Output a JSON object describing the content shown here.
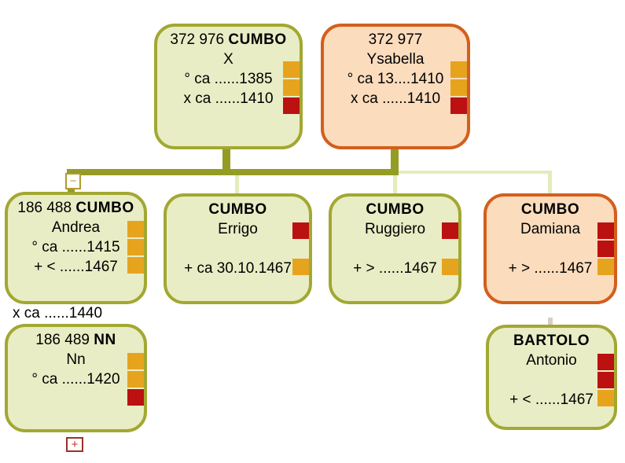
{
  "boxes": {
    "father": {
      "id": "372 976",
      "surname": "CUMBO",
      "given": "X",
      "line3": "° ca ......1385",
      "line4": "x ca ......1410",
      "theme": "olive",
      "squares": [
        "amber",
        "amber",
        "red"
      ]
    },
    "mother": {
      "id": "372 977",
      "surname": "",
      "given": "Ysabella",
      "line3": "° ca 13....1410",
      "line4": "x ca ......1410",
      "theme": "orange",
      "squares": [
        "amber",
        "amber",
        "red"
      ]
    },
    "andrea": {
      "id": "186 488",
      "surname": "CUMBO",
      "given": "Andrea",
      "line3": "° ca ......1415",
      "line4": "+ < ......1467",
      "theme": "olive",
      "squares": [
        "amber",
        "amber",
        "amber"
      ]
    },
    "errigo": {
      "id": "",
      "surname": "CUMBO",
      "given": "Errigo",
      "line3": "",
      "line4": "+ ca 30.10.1467",
      "theme": "olive",
      "squares": [
        "red",
        null,
        "amber"
      ]
    },
    "ruggiero": {
      "id": "",
      "surname": "CUMBO",
      "given": "Ruggiero",
      "line3": "",
      "line4": "+ > ......1467",
      "theme": "olive",
      "squares": [
        "red",
        null,
        "amber"
      ]
    },
    "damiana": {
      "id": "",
      "surname": "CUMBO",
      "given": "Damiana",
      "line3": "",
      "line4": "+ > ......1467",
      "theme": "orange",
      "squares": [
        "red",
        "red",
        "amber"
      ]
    },
    "nn": {
      "id": "186 489",
      "surname": "NN",
      "given": "Nn",
      "line3": "° ca ......1420",
      "line4": "",
      "theme": "olive",
      "squares": [
        "amber",
        "amber",
        "red"
      ]
    },
    "bartolo": {
      "id": "",
      "surname": "BARTOLO",
      "given": "Antonio",
      "line3": "",
      "line4": "+ < ......1467",
      "theme": "olive",
      "squares": [
        "red",
        "red",
        "amber"
      ]
    }
  },
  "free_text": {
    "andrea_marriage": "x ca ......1440"
  },
  "controls": {
    "collapse_label": "−",
    "expand_label": "+"
  },
  "colors": {
    "amber": "#e6a41e",
    "red": "#bb1111",
    "olive_border": "#a2a832",
    "olive_bg": "#e9edc5",
    "orange_border": "#d35f1d",
    "orange_bg": "#fbdcbd",
    "line_dark": "#949c24",
    "line_pale": "#e4ecba"
  }
}
